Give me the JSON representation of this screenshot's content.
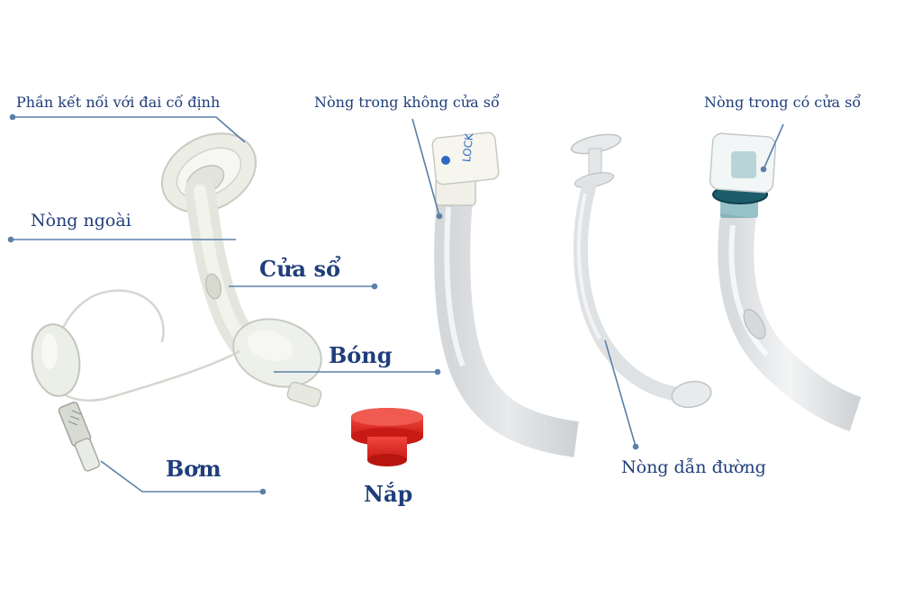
{
  "labels": {
    "retaining_connector": "Phần kết nối với đai cố định",
    "outer_cannula": "Nòng ngoài",
    "fenestration": "Cửa sổ",
    "cuff": "Bóng",
    "pilot_balloon": "Bơm",
    "decannulation_cap": "Nắp",
    "inner_cannula_no_window": "Nòng trong không cửa sổ",
    "inner_cannula_with_window": "Nòng trong có cửa sổ",
    "obturator": "Nòng dẫn đường"
  },
  "inner_cannula_marking": "LOCK",
  "colors": {
    "label_text": "#1f3e7a",
    "leader_line": "#5b80a8",
    "cap_red": "#e02a22",
    "lock_blue": "#2b6cc2",
    "tube_clear": "#e6e8ea"
  }
}
